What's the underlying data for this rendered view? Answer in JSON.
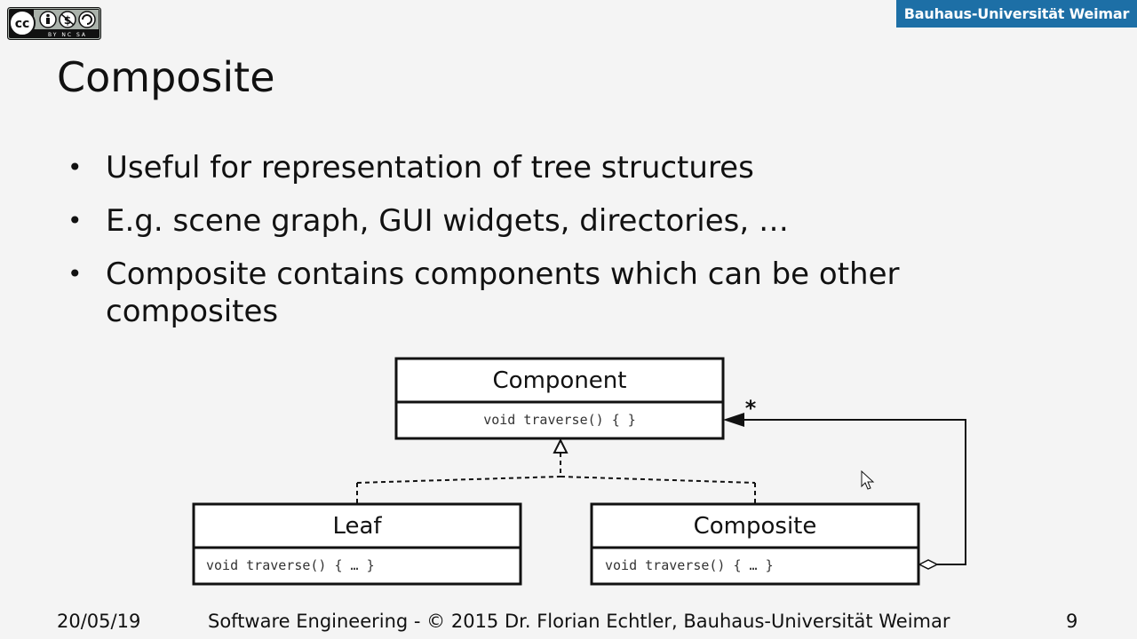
{
  "header": {
    "cc_license": {
      "icon": "cc-by-nc-sa-icon",
      "text": "BY NC SA"
    },
    "university": "Bauhaus-Universität Weimar"
  },
  "slide": {
    "title": "Composite",
    "bullets": [
      "Useful for representation of tree structures",
      "E.g. scene graph, GUI widgets, directories, …",
      "Composite contains components which can be other composites"
    ]
  },
  "diagram": {
    "component": {
      "name": "Component",
      "operation": "void traverse() { }"
    },
    "leaf": {
      "name": "Leaf",
      "operation": "void traverse() { … }"
    },
    "composite": {
      "name": "Composite",
      "operation": "void traverse() { … }"
    },
    "multiplicity": "*"
  },
  "footer": {
    "date": "20/05/19",
    "text": "Software Engineering -  © 2015 Dr. Florian Echtler, Bauhaus-Universität Weimar",
    "page": "9"
  }
}
